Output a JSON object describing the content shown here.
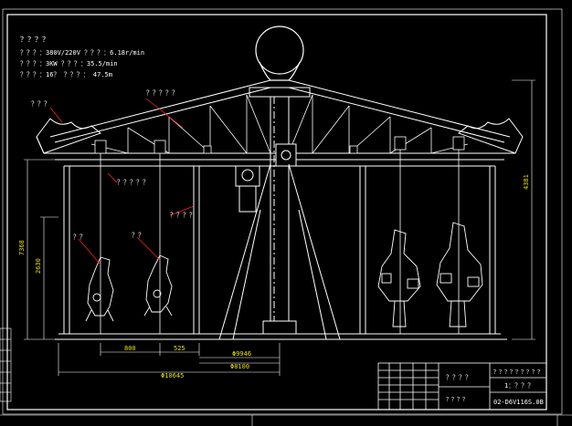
{
  "spec": {
    "heading": "？？？？",
    "line1": "？？？：380V/220V  ？？？：6.18r/min",
    "line2": "？？？：3KW      ？？？：35.5/min",
    "line3": "？？？：16？     ？？？：  47.5m"
  },
  "leaders": {
    "top_left": "？？？",
    "roof": "？？？？？",
    "coupling": "？？？？？",
    "pole": "？？？？",
    "horse_left": "？？",
    "horse_mid": "？？"
  },
  "dimensions": {
    "h_overall": "4381",
    "h_left_outer": "7368",
    "h_left_inner": "2630",
    "w_800": "800",
    "w_525": "525",
    "w_9946": "Φ9946",
    "w_8100": "Φ8100",
    "w_total": "Φ10645"
  },
  "title_block": {
    "drawing_title": "？？？？？？？？？",
    "name": "？？？？",
    "scale": "1：？？？",
    "code": "02-D6V116S.0B",
    "mark": "？？？？"
  },
  "colors": {
    "lines": "#ffffff",
    "dim_text": "#e8e000",
    "background": "#000000",
    "leader": "#ff2020"
  }
}
